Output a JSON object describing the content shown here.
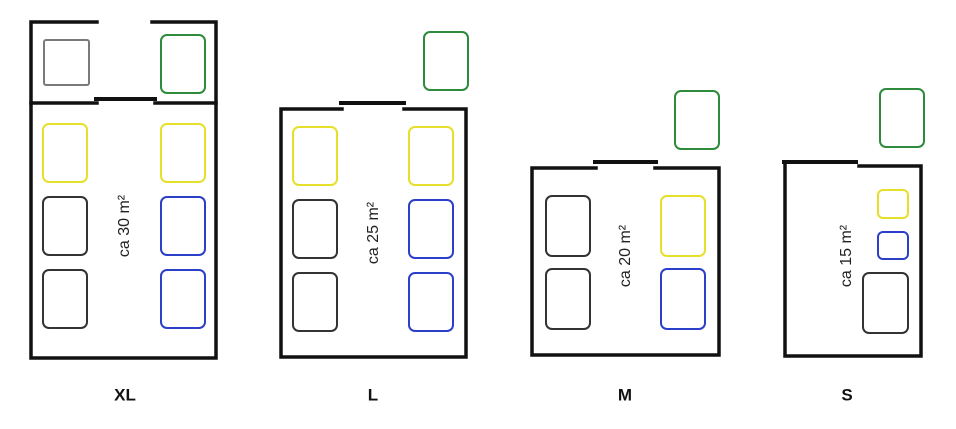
{
  "colors": {
    "wall": "#111111",
    "yellow_furniture": "#e6e02a",
    "blue_furniture": "#2c3fc8",
    "green_furniture": "#2e8b3c",
    "black_furniture": "#333333",
    "gray_furniture": "#7a7a7a"
  },
  "rooms": [
    {
      "id": "xl",
      "size": "XL",
      "area": "ca 30 m²"
    },
    {
      "id": "l",
      "size": "L",
      "area": "ca 25 m²"
    },
    {
      "id": "m",
      "size": "M",
      "area": "ca 20 m²"
    },
    {
      "id": "s",
      "size": "S",
      "area": "ca 15 m²"
    }
  ]
}
